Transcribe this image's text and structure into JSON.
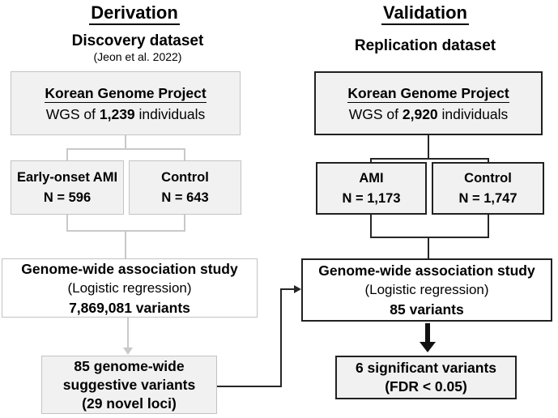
{
  "derivation": {
    "header": "Derivation",
    "subtitle": "Discovery dataset",
    "citation": "(Jeon et al. 2022)",
    "cohort": {
      "title": "Korean Genome Project",
      "wgs_prefix": "WGS of ",
      "wgs_n": "1,239",
      "wgs_suffix": " individuals"
    },
    "case_box": {
      "label": "Early-onset AMI",
      "n": "N = 596"
    },
    "control_box": {
      "label": "Control",
      "n": "N = 643"
    },
    "gwas_box": {
      "line1": "Genome-wide association study",
      "line2": "(Logistic regression)",
      "line3": "7,869,081 variants"
    },
    "result_box": {
      "line1": "85 genome-wide",
      "line2": "suggestive variants",
      "line3": "(29 novel loci)"
    }
  },
  "validation": {
    "header": "Validation",
    "subtitle": "Replication dataset",
    "cohort": {
      "title": "Korean Genome Project",
      "wgs_prefix": "WGS of ",
      "wgs_n": "2,920",
      "wgs_suffix": " individuals"
    },
    "case_box": {
      "label": "AMI",
      "n": "N = 1,173"
    },
    "control_box": {
      "label": "Control",
      "n": "N = 1,747"
    },
    "gwas_box": {
      "line1": "Genome-wide association study",
      "line2": "(Logistic regression)",
      "line3": "85 variants"
    },
    "result_box": {
      "line1": "6 significant variants",
      "line2": "(FDR < 0.05)"
    }
  },
  "colors": {
    "box_fill": "#f1f1f1",
    "light_border": "#c3c3c3",
    "light_line": "#c9c9c9",
    "dark_border": "#212121",
    "dark_line": "#262626",
    "text": "#000000",
    "background": "#ffffff"
  }
}
